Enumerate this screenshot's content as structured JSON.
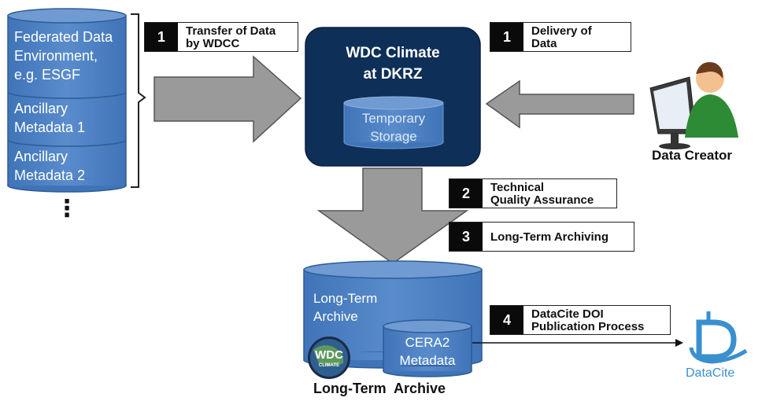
{
  "left_stack": {
    "federated": [
      "Federated Data",
      "Environment,",
      "e.g. ESGF"
    ],
    "ancillary1": [
      "Ancillary",
      "Metadata 1"
    ],
    "ancillary2": [
      "Ancillary",
      "Metadata 2"
    ],
    "ellipsis": "⋮"
  },
  "center": {
    "title_line1": "WDC Climate",
    "title_line2": "at DKRZ",
    "temp_line1": "Temporary",
    "temp_line2": "Storage"
  },
  "steps": {
    "transfer": {
      "num": "1",
      "line1": "Transfer of Data",
      "line2": "by WDCC"
    },
    "delivery": {
      "num": "1",
      "line1": "Delivery of",
      "line2": "Data"
    },
    "qa": {
      "num": "2",
      "line1": "Technical",
      "line2": "Quality Assurance"
    },
    "archiving": {
      "num": "3",
      "line1": "Long-Term Archiving",
      "line2": ""
    },
    "doi": {
      "num": "4",
      "line1": "DataCite DOI",
      "line2": "Publication Process"
    }
  },
  "data_creator": "Data Creator",
  "archive": {
    "line1": "Long-Term",
    "line2": "Archive",
    "cera_line1": "CERA2",
    "cera_line2": "Metadata",
    "caption": "Long-Term  Archive",
    "logo_text1": "WDC",
    "logo_text2": "CLIMATE"
  },
  "datacite": "DataCite",
  "colors": {
    "cylinder": "#4a7fc1",
    "cylinder_top": "#6f9ad2",
    "navy": "#0e2f57",
    "arrow_gray": "#999999",
    "datacite_blue": "#3a8fcf"
  }
}
